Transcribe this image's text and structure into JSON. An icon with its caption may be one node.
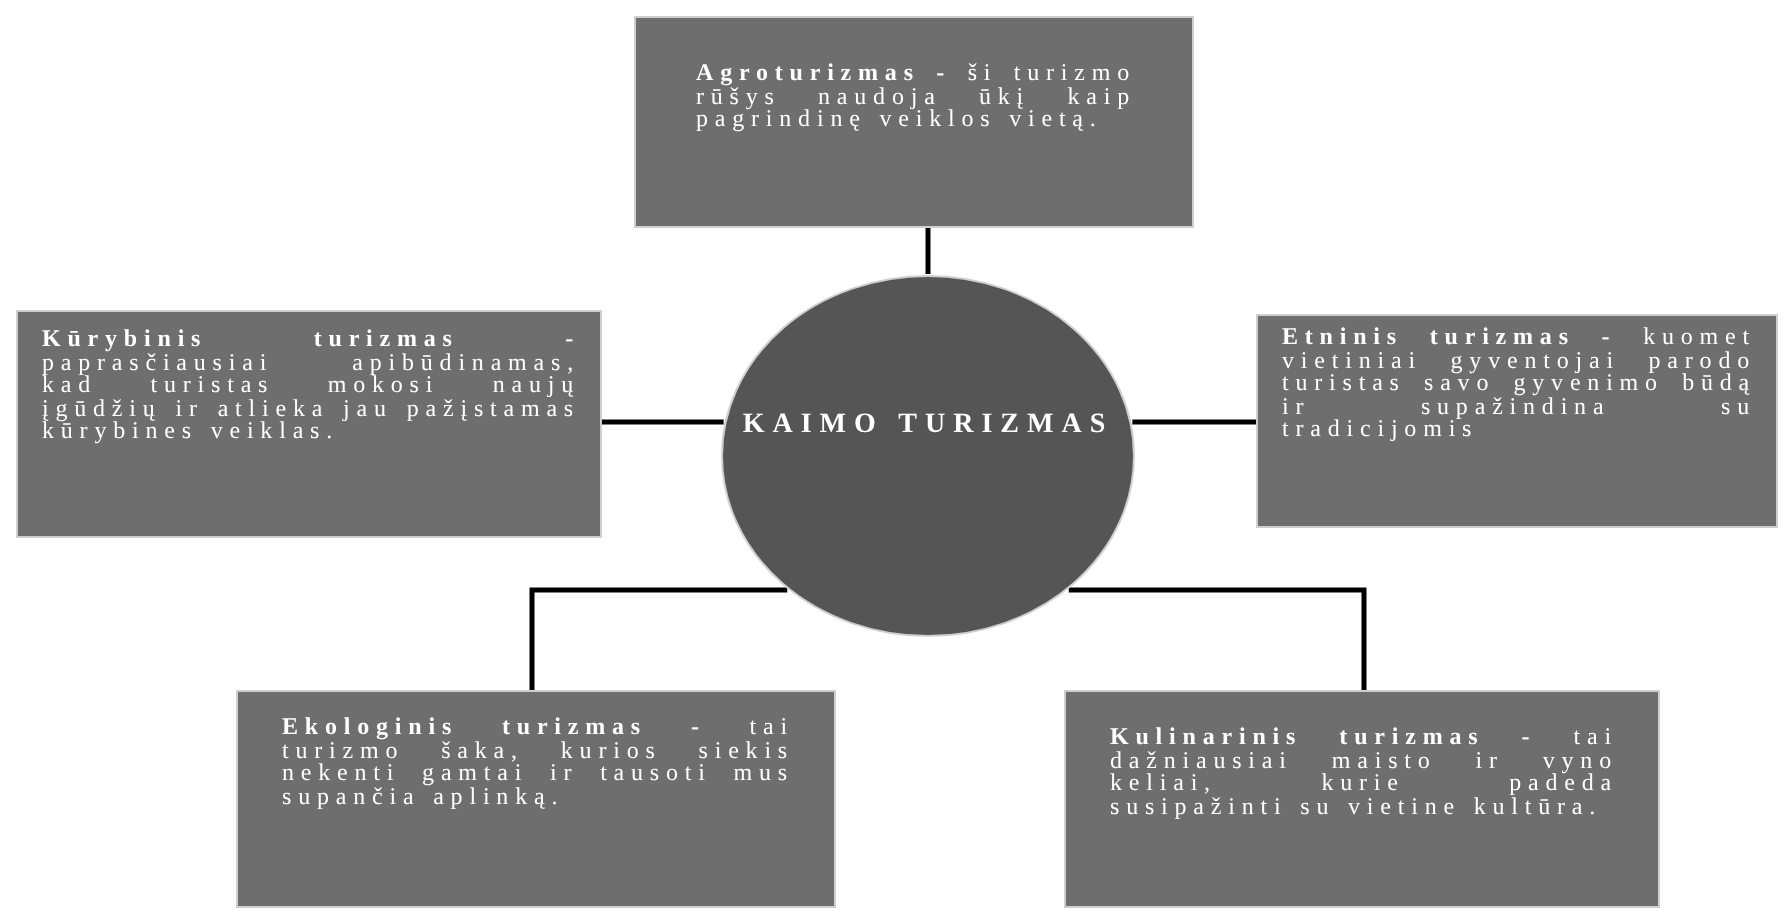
{
  "diagram": {
    "nodes": [
      {
        "text": [
          "**Agroturizmas -** ši turizmo rūšys naudoja ūkį kaip pagrindinę veiklos vietą."
        ]
      },
      {
        "text": [
          "**Kūrybinis turizmas -** paprasčiausiai apibūdinamas, kad turistas mokosi naujų įgūdžių ir atlieka jau pažįstamas kūrybines veiklas."
        ]
      },
      {
        "text": [
          "KAIMO TURIZMAS"
        ]
      },
      {
        "text": [
          "**Etninis turizmas -** kuomet vietiniai gyventojai parodo turistas savo gyvenimo būdą ir supažindina su tradicijomis"
        ]
      },
      {
        "text": [
          "**Ekologinis turizmas -** tai turizmo šaka, kurios siekis nekenti gamtai ir tausoti mus supančia aplinką."
        ]
      },
      {
        "text": [
          "**Kulinarinis turizmas -** tai dažniausiai maisto ir vyno keliai, kurie padeda susipažinti su vietine kultūra."
        ]
      }
    ],
    "edges": [
      {
        "from": 2,
        "to": 0,
        "arrow": "none"
      },
      {
        "from": 2,
        "to": 1,
        "arrow": "none"
      },
      {
        "from": 2,
        "to": 3,
        "arrow": "none"
      },
      {
        "from": 2,
        "to": 4,
        "arrow": "none"
      },
      {
        "from": 2,
        "to": 5,
        "arrow": "none"
      }
    ]
  }
}
